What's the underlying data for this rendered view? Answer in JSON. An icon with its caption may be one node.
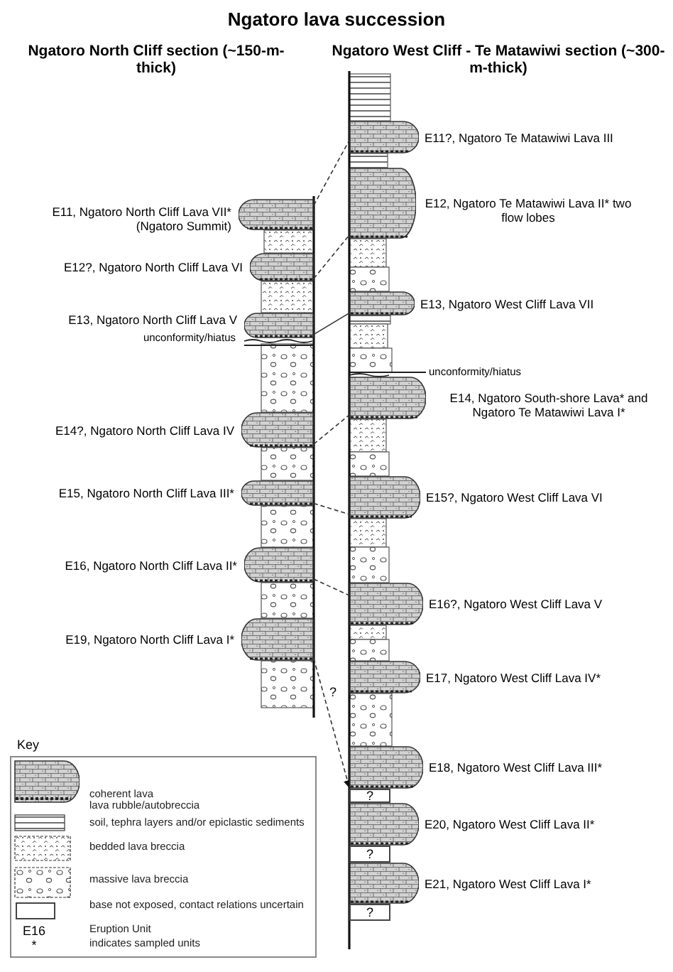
{
  "diagram": {
    "title": "Ngatoro lava succession",
    "nodes": [
      {
        "text": [],
        "shape": "lobe",
        "beside": [
          "E11, Ngatoro North Cliff Lava VII* (Ngatoro Summit)"
        ]
      },
      {
        "text": [],
        "shape": "lobe",
        "beside": [
          "E12?, Ngatoro North Cliff Lava VI"
        ]
      },
      {
        "text": [],
        "shape": "lobe",
        "beside": [
          "E13, Ngatoro North Cliff Lava V"
        ]
      },
      {
        "text": [],
        "shape": "lobe",
        "beside": [
          "E14?, Ngatoro North Cliff Lava IV"
        ]
      },
      {
        "text": [],
        "shape": "lobe",
        "beside": [
          "E15, Ngatoro North Cliff Lava III*"
        ]
      },
      {
        "text": [],
        "shape": "lobe",
        "beside": [
          "E16, Ngatoro North Cliff Lava II*"
        ]
      },
      {
        "text": [],
        "shape": "lobe",
        "beside": [
          "E19, Ngatoro North Cliff Lava I*"
        ]
      },
      {
        "text": [],
        "shape": "lobe",
        "beside": [
          "E11?, Ngatoro Te Matawiwi Lava III"
        ]
      },
      {
        "text": [],
        "shape": "lobe",
        "beside": [
          "E12, Ngatoro Te Matawiwi Lava II* two flow lobes"
        ]
      },
      {
        "text": [],
        "shape": "lobe",
        "beside": [
          "E13, Ngatoro West Cliff Lava VII"
        ]
      },
      {
        "text": [],
        "shape": "lobe",
        "beside": [
          "E14, Ngatoro South-shore Lava* and Ngatoro Te Matawiwi Lava I*"
        ]
      },
      {
        "text": [],
        "shape": "lobe",
        "beside": [
          "E15?, Ngatoro West Cliff Lava VI"
        ]
      },
      {
        "text": [],
        "shape": "lobe",
        "beside": [
          "E16?, Ngatoro West Cliff Lava V"
        ]
      },
      {
        "text": [],
        "shape": "lobe",
        "beside": [
          "E17, Ngatoro West Cliff Lava IV*"
        ]
      },
      {
        "text": [],
        "shape": "lobe",
        "beside": [
          "E18, Ngatoro West Cliff Lava III*"
        ]
      },
      {
        "text": [
          "?"
        ]
      },
      {
        "text": [],
        "shape": "lobe",
        "beside": [
          "E20, Ngatoro West Cliff Lava II*"
        ]
      },
      {
        "text": [
          "?"
        ]
      },
      {
        "text": [],
        "shape": "lobe",
        "beside": [
          "E21, Ngatoro West Cliff Lava I*"
        ]
      },
      {
        "text": [
          "?"
        ]
      }
    ],
    "edges": [
      {
        "from": 0,
        "to": 7,
        "arrow": "none",
        "style": "dashed"
      },
      {
        "from": 1,
        "to": 8,
        "arrow": "none",
        "style": "dashed"
      },
      {
        "from": 2,
        "to": 9,
        "arrow": "none"
      },
      {
        "from": 3,
        "to": 10,
        "arrow": "none",
        "style": "dashed"
      },
      {
        "from": 4,
        "to": 11,
        "arrow": "none",
        "style": "dashed"
      },
      {
        "from": 5,
        "to": 12,
        "arrow": "none",
        "style": "dashed"
      },
      {
        "from": 6,
        "to": 14,
        "arrow": "to",
        "style": "dashed",
        "label": "?"
      }
    ],
    "labels": [
      "Ngatoro North Cliff section (~150-m-thick)",
      "Ngatoro West Cliff - Te Matawiwi section (~300-m-thick)",
      "unconformity/hiatus",
      "unconformity/hiatus",
      "Key",
      "E16",
      "*"
    ],
    "legend": [
      {
        "text": "coherent lava"
      },
      {
        "text": "lava rubble/autobreccia"
      },
      {
        "text": "soil, tephra layers and/or epiclastic sediments"
      },
      {
        "text": "bedded lava breccia"
      },
      {
        "text": "massive lava breccia"
      },
      {
        "text": "base not exposed, contact relations uncertain"
      },
      {
        "text": "Eruption Unit"
      },
      {
        "text": "indicates sampled units"
      }
    ]
  }
}
